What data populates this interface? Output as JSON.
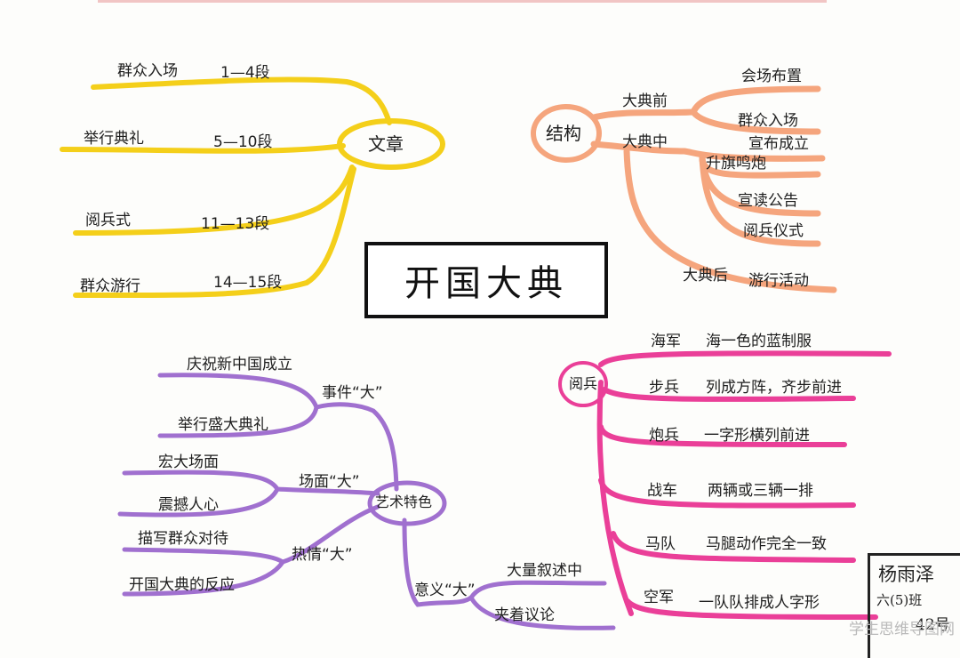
{
  "center": {
    "title": "开国大典"
  },
  "yellow": {
    "color": "#f4cf1a",
    "hub": "文章",
    "items": [
      {
        "label": "群众入场",
        "range": "1—4段"
      },
      {
        "label": "举行典礼",
        "range": "5—10段"
      },
      {
        "label": "阅兵式",
        "range": "11—13段"
      },
      {
        "label": "群众游行",
        "range": "14—15段"
      }
    ]
  },
  "orange": {
    "color": "#f5a57d",
    "hub": "结构",
    "before": {
      "label": "大典前",
      "children": [
        "会场布置",
        "群众入场"
      ]
    },
    "during": {
      "label": "大典中",
      "children": [
        "宣布成立",
        "升旗鸣炮",
        "宣读公告",
        "阅兵仪式"
      ]
    },
    "after": {
      "label": "大典后",
      "note": "游行活动"
    }
  },
  "purple": {
    "color": "#a070cf",
    "hub": "艺术特色",
    "event": {
      "label": "事件“大”",
      "children": [
        "庆祝新中国成立",
        "举行盛大典礼"
      ]
    },
    "scene": {
      "label": "场面“大”",
      "children": [
        "宏大场面",
        "震撼人心"
      ]
    },
    "passion": {
      "label": "热情“大”",
      "children": [
        "描写群众对待",
        "开国大典的反应"
      ]
    },
    "meaning": {
      "label": "意义“大”",
      "children": [
        "大量叙述中",
        "夹着议论"
      ]
    }
  },
  "pink": {
    "color": "#ea3f98",
    "hub": "阅兵",
    "rows": [
      {
        "unit": "海军",
        "desc": "海一色的蓝制服"
      },
      {
        "unit": "步兵",
        "desc": "列成方阵，齐步前进"
      },
      {
        "unit": "炮兵",
        "desc": "一字形横列前进"
      },
      {
        "unit": "战车",
        "desc": "两辆或三辆一排"
      },
      {
        "unit": "马队",
        "desc": "马腿动作完全一致"
      },
      {
        "unit": "空军",
        "desc": "一队队排成人字形"
      }
    ]
  },
  "signature": {
    "name": "杨雨泽",
    "class": "六(5)班",
    "number": "42号"
  },
  "watermark": "学生思维导图网"
}
